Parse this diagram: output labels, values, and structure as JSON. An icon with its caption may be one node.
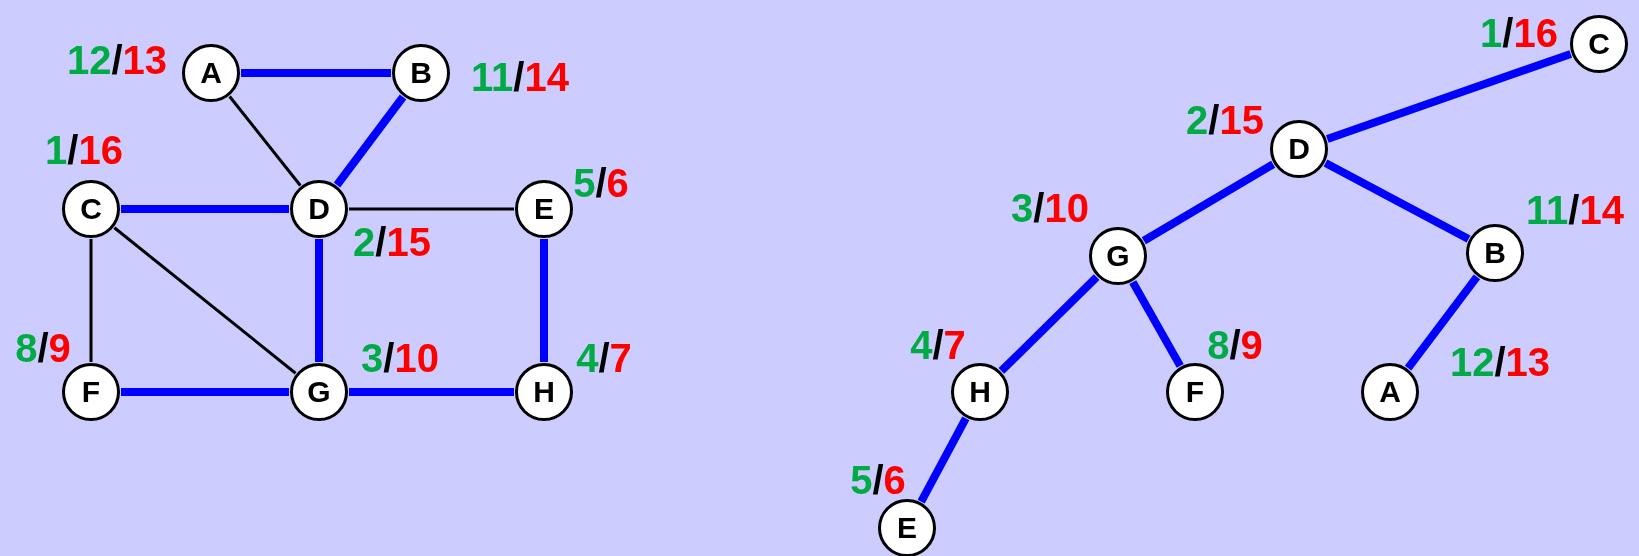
{
  "diagram": {
    "nodes": [
      {
        "text": [
          "A"
        ],
        "beside": [
          "12/13"
        ]
      },
      {
        "text": [
          "B"
        ],
        "beside": [
          "11/14"
        ]
      },
      {
        "text": [
          "C"
        ],
        "beside": [
          "1/16"
        ]
      },
      {
        "text": [
          "D"
        ],
        "beside": [
          "2/15"
        ]
      },
      {
        "text": [
          "E"
        ],
        "beside": [
          "5/6"
        ]
      },
      {
        "text": [
          "F"
        ],
        "beside": [
          "8/9"
        ]
      },
      {
        "text": [
          "G"
        ],
        "beside": [
          "3/10"
        ]
      },
      {
        "text": [
          "H"
        ],
        "beside": [
          "4/7"
        ]
      },
      {
        "text": [
          "C"
        ],
        "beside": [
          "1/16"
        ]
      },
      {
        "text": [
          "D"
        ],
        "beside": [
          "2/15"
        ]
      },
      {
        "text": [
          "G"
        ],
        "beside": [
          "3/10"
        ]
      },
      {
        "text": [
          "B"
        ],
        "beside": [
          "11/14"
        ]
      },
      {
        "text": [
          "H"
        ],
        "beside": [
          "4/7"
        ]
      },
      {
        "text": [
          "F"
        ],
        "beside": [
          "8/9"
        ]
      },
      {
        "text": [
          "A"
        ],
        "beside": [
          "12/13"
        ]
      },
      {
        "text": [
          "E"
        ],
        "beside": [
          "5/6"
        ]
      }
    ],
    "edges": [
      {
        "from": 0,
        "to": 1,
        "arrow": "none"
      },
      {
        "from": 0,
        "to": 3,
        "arrow": "none",
        "color": "#000000"
      },
      {
        "from": 1,
        "to": 3,
        "arrow": "none"
      },
      {
        "from": 2,
        "to": 3,
        "arrow": "none"
      },
      {
        "from": 3,
        "to": 4,
        "arrow": "none",
        "color": "#000000"
      },
      {
        "from": 2,
        "to": 5,
        "arrow": "none",
        "color": "#000000"
      },
      {
        "from": 2,
        "to": 6,
        "arrow": "none",
        "color": "#000000"
      },
      {
        "from": 3,
        "to": 6,
        "arrow": "none"
      },
      {
        "from": 5,
        "to": 6,
        "arrow": "none"
      },
      {
        "from": 6,
        "to": 7,
        "arrow": "none"
      },
      {
        "from": 4,
        "to": 7,
        "arrow": "none"
      },
      {
        "from": 8,
        "to": 9,
        "arrow": "none"
      },
      {
        "from": 9,
        "to": 10,
        "arrow": "none"
      },
      {
        "from": 9,
        "to": 11,
        "arrow": "none"
      },
      {
        "from": 10,
        "to": 12,
        "arrow": "none"
      },
      {
        "from": 10,
        "to": 13,
        "arrow": "none"
      },
      {
        "from": 12,
        "to": 15,
        "arrow": "none"
      },
      {
        "from": 11,
        "to": 14,
        "arrow": "none"
      }
    ]
  }
}
